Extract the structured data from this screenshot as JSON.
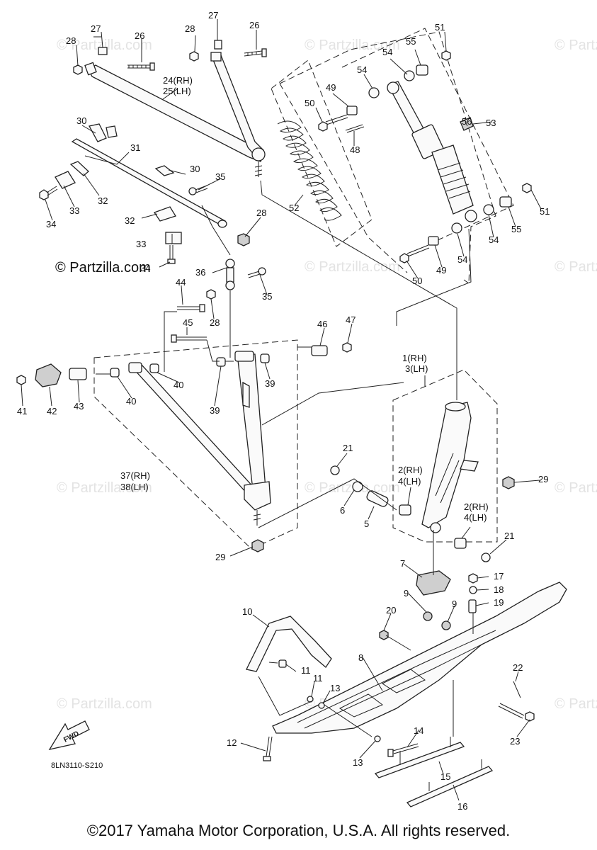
{
  "watermark": "© Partzilla.com",
  "brand_watermark": "© Partzilla.com",
  "diagram_code": "8LN3110-S210",
  "fwd_label": "FWD",
  "footer": "©2017 Yamaha Motor Corporation, U.S.A. All rights reserved.",
  "callouts": {
    "c27a": "27",
    "c26a": "26",
    "c28a": "28",
    "c27b": "27",
    "c26b": "26",
    "c28b": "28",
    "c24": "24(RH)",
    "c25": "25(LH)",
    "c51a": "51",
    "c55a": "55",
    "c54a": "54",
    "c54b": "54",
    "c49a": "49",
    "c50a": "50",
    "c53": "53",
    "c56": "56",
    "c48": "48",
    "c30a": "30",
    "c31": "31",
    "c32a": "32",
    "c33a": "33",
    "c34a": "34",
    "c30b": "30",
    "c35a": "35",
    "c32b": "32",
    "c33b": "33",
    "c34b": "34",
    "c52": "52",
    "c28c": "28",
    "c51b": "51",
    "c55b": "55",
    "c54c": "54",
    "c54d": "54",
    "c49b": "49",
    "c50b": "50",
    "c36": "36",
    "c35b": "35",
    "c44": "44",
    "c28d": "28",
    "c45": "45",
    "c46": "46",
    "c47": "47",
    "c1": "1(RH)",
    "c3": "3(LH)",
    "c41": "41",
    "c42": "42",
    "c43": "43",
    "c40a": "40",
    "c40b": "40",
    "c39a": "39",
    "c39b": "39",
    "c21a": "21",
    "c2a": "2(RH)",
    "c4a": "4(LH)",
    "c29a": "29",
    "c37": "37(RH)",
    "c38": "38(LH)",
    "c6": "6",
    "c5": "5",
    "c2b": "2(RH)",
    "c4b": "4(LH)",
    "c21b": "21",
    "c29b": "29",
    "c7": "7",
    "c17": "17",
    "c18": "18",
    "c9a": "9",
    "c9b": "9",
    "c19": "19",
    "c10": "10",
    "c20": "20",
    "c8": "8",
    "c11a": "11",
    "c11b": "11",
    "c13a": "13",
    "c22": "22",
    "c14": "14",
    "c12": "12",
    "c13b": "13",
    "c23": "23",
    "c15": "15",
    "c16": "16"
  }
}
